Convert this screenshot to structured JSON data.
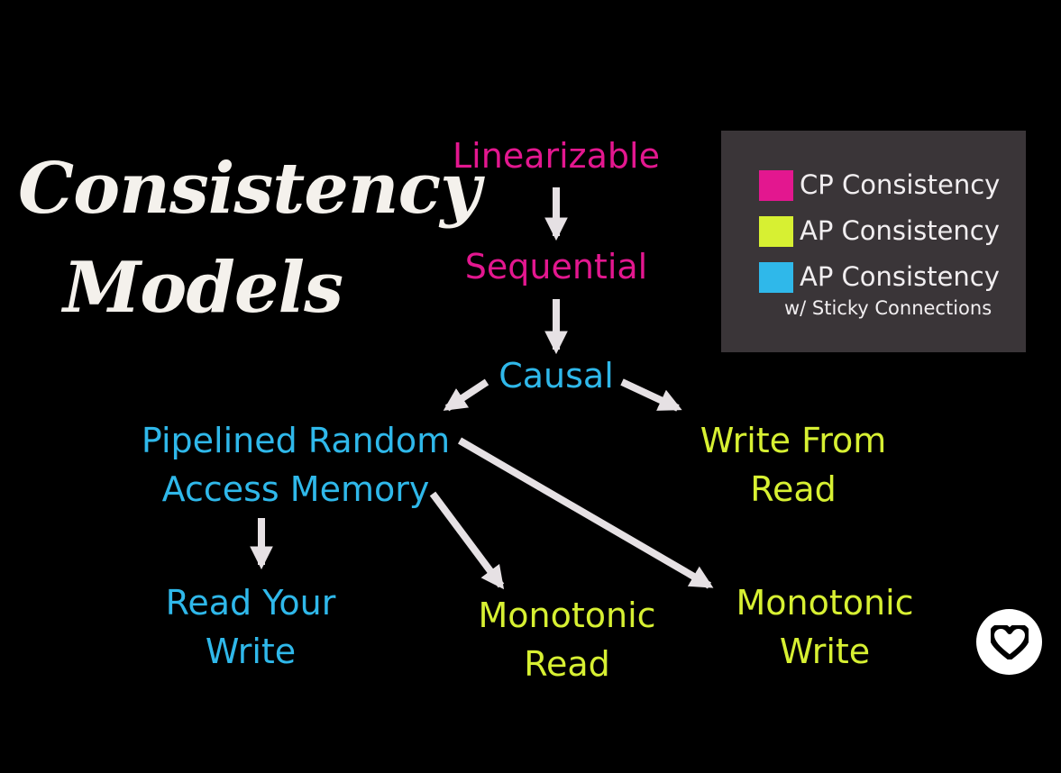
{
  "title": {
    "line1": "Consistency",
    "line2": "Models"
  },
  "nodes": {
    "linearizable": "Linearizable",
    "sequential": "Sequential",
    "causal": "Causal",
    "pram_line1": "Pipelined Random",
    "pram_line2": "Access Memory",
    "write_from_read_line1": "Write From",
    "write_from_read_line2": "Read",
    "read_your_write_line1": "Read Your",
    "read_your_write_line2": "Write",
    "monotonic_read_line1": "Monotonic",
    "monotonic_read_line2": "Read",
    "monotonic_write_line1": "Monotonic",
    "monotonic_write_line2": "Write"
  },
  "legend": {
    "cp_label": "CP Consistency",
    "ap_label": "AP Consistency",
    "sticky_label": "AP Consistency",
    "sticky_sublabel": "w/ Sticky Connections"
  },
  "colors": {
    "cp": "#e3178f",
    "ap": "#d7f032",
    "sticky": "#2fb8ea",
    "arrow": "#e6e1e4",
    "legend_bg": "#3a3538",
    "background": "#000000"
  },
  "icons": {
    "like_button": "heart-icon"
  }
}
